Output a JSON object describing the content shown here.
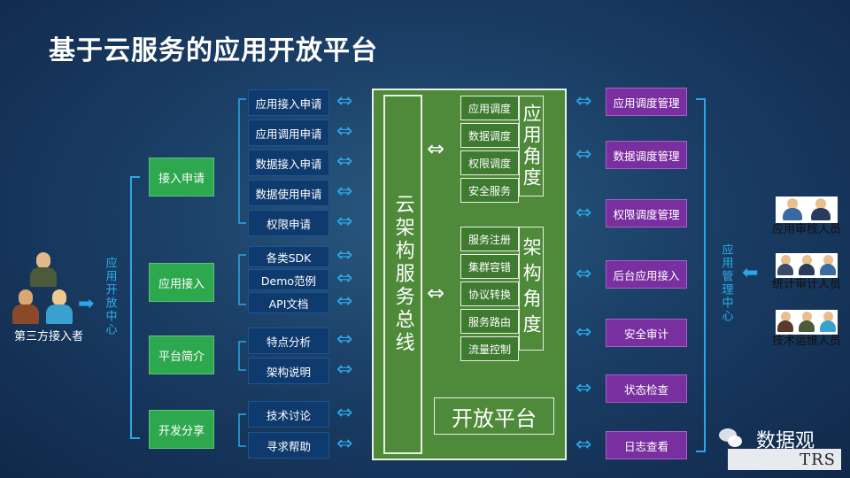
{
  "title": "基于云服务的应用开放平台",
  "left_actor": {
    "label": "第三方接入者"
  },
  "left_vertical": "应用开放中心",
  "left_groups": [
    {
      "label": "接入申请",
      "items": [
        "应用接入申请",
        "应用调用申请",
        "数据接入申请",
        "数据使用申请",
        "权限申请"
      ]
    },
    {
      "label": "应用接入",
      "items": [
        "各类SDK",
        "Demo范例",
        "API文档"
      ]
    },
    {
      "label": "平台简介",
      "items": [
        "特点分析",
        "架构说明"
      ]
    },
    {
      "label": "开发分享",
      "items": [
        "技术讨论",
        "寻求帮助"
      ]
    }
  ],
  "platform": {
    "bus_label": "云架构服务总线",
    "app_perspective": {
      "label": "应用角度",
      "items": [
        "应用调度",
        "数据调度",
        "权限调度",
        "安全服务"
      ]
    },
    "arch_perspective": {
      "label": "架构角度",
      "items": [
        "服务注册",
        "集群容错",
        "协议转换",
        "服务路由",
        "流量控制"
      ]
    },
    "footer": "开放平台"
  },
  "right_items": [
    "应用调度管理",
    "数据调度管理",
    "权限调度管理",
    "后台应用接入",
    "安全审计",
    "状态检查",
    "日志查看"
  ],
  "right_vertical": "应用管理中心",
  "right_actors": [
    "应用审核人员",
    "统计审计人员",
    "技术运维人员"
  ],
  "watermark": {
    "text": "数据观",
    "brand": "TRS"
  },
  "colors": {
    "navy": "#0f3a6e",
    "green_button": "#2ea84f",
    "purple_button": "#7a2fa0",
    "platform_green": "#4e8a3a",
    "accent_blue": "#2aa7e8"
  }
}
